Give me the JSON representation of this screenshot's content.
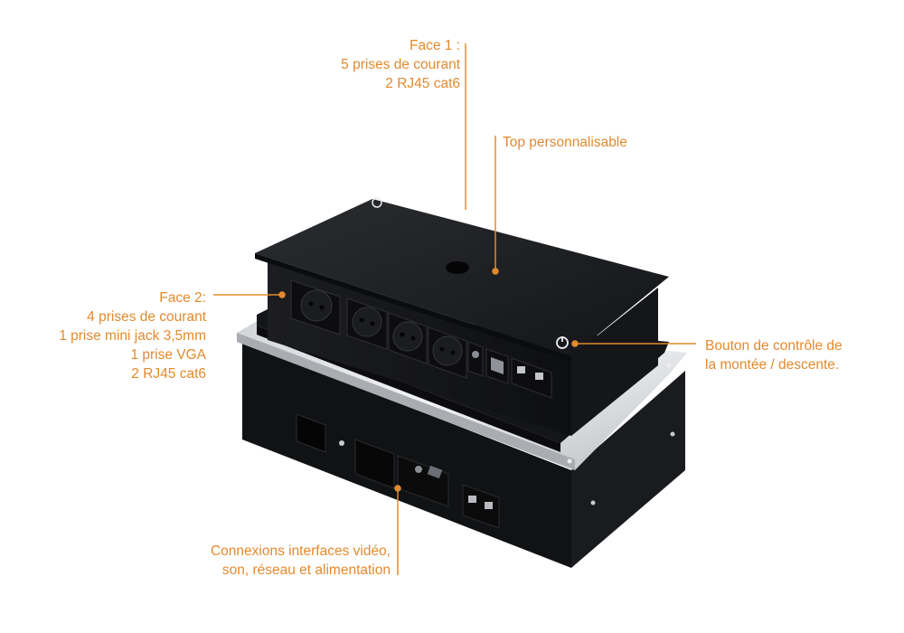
{
  "accent_color": "#e38a2e",
  "callouts": {
    "face1": {
      "lines": [
        "Face 1 :",
        "5 prises de courant",
        "2 RJ45 cat6"
      ]
    },
    "top": {
      "lines": [
        "Top personnalisable"
      ]
    },
    "face2": {
      "lines": [
        "Face 2:",
        "4 prises de courant",
        "1 prise mini jack 3,5mm",
        "1 prise VGA",
        "2 RJ45 cat6"
      ]
    },
    "button": {
      "lines": [
        "Bouton de contrôle de",
        "la montée / descente."
      ]
    },
    "connexions": {
      "lines": [
        "Connexions interfaces vidéo,",
        "son, réseau et alimentation"
      ]
    }
  },
  "product": {
    "icons": [
      "power-button-icon",
      "schuko-socket-icon",
      "mini-jack-icon",
      "vga-port-icon",
      "rj45-port-icon",
      "screw-icon"
    ]
  }
}
